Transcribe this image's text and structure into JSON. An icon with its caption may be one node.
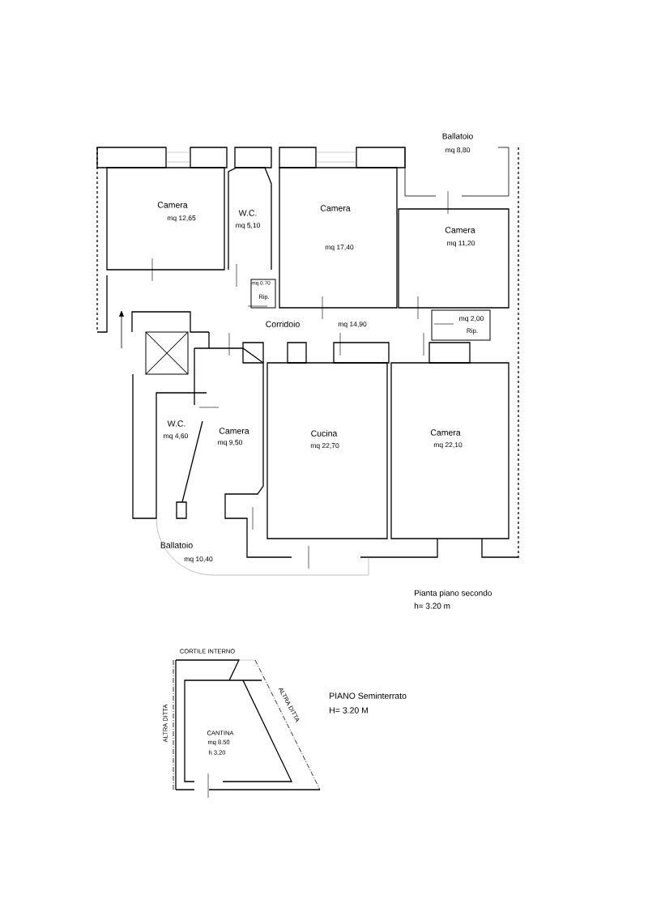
{
  "diagram": {
    "labels": [
      "Ballatoio",
      "mq 8,80",
      "Camera",
      "mq 12,65",
      "W.C.",
      "mq 5,10",
      "Camera",
      "mq 17,40",
      "Camera",
      "mq 11,20",
      "mq 0.70",
      "Rip.",
      "Corridoio",
      "mq 14,90",
      "mq 2,00",
      "Rip.",
      "W.C.",
      "mq 4,60",
      "Camera",
      "mq 9,50",
      "Cucina",
      "mq 22,70",
      "Camera",
      "mq 22,10",
      "Ballatoio",
      "mq 10,40",
      "Pianta piano secondo",
      "h= 3.20 m",
      "CORTILE INTERNO",
      "PIANO Seminterrato",
      "H= 3.20 M",
      "ALTRA DITTA",
      "ALTRA DITTA",
      "CANTINA",
      "mq 8.50",
      "h 3.20"
    ]
  }
}
